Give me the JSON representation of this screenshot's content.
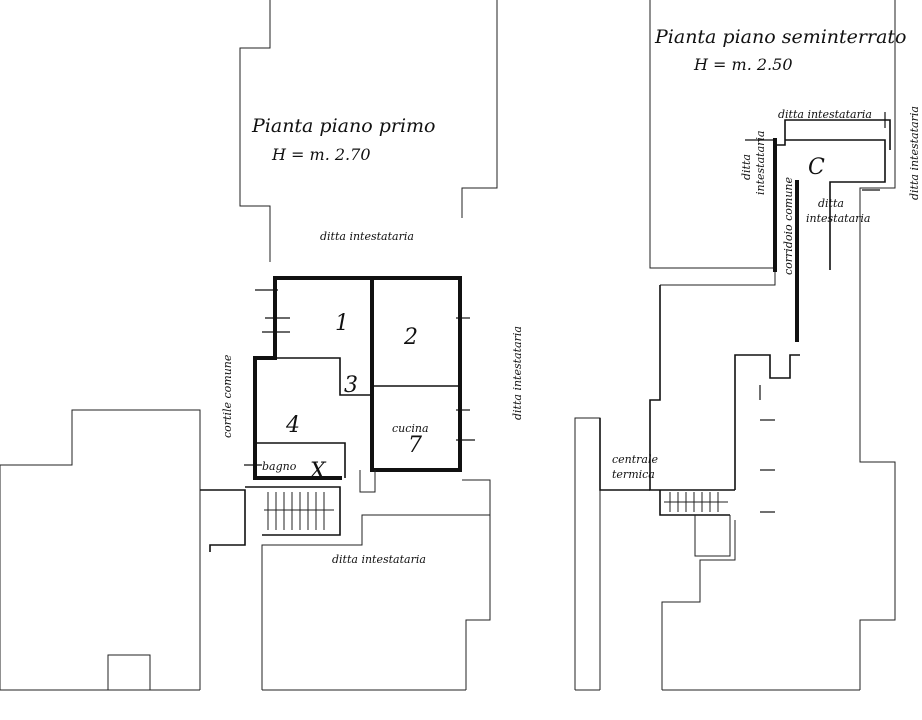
{
  "first_floor": {
    "title": "Pianta piano primo",
    "height": "H = m. 2.70",
    "label_top_owner": "ditta intestataria",
    "label_right_owner": "ditta intestataria",
    "label_bottom_owner": "ditta intestataria",
    "label_courtyard": "cortile comune",
    "label_kitchen": "cucina",
    "label_bathroom": "bagno",
    "room_1": "1",
    "room_2": "2",
    "room_3": "3",
    "room_4": "4",
    "room_7": "7",
    "room_x": "X"
  },
  "basement": {
    "title": "Pianta piano seminterrato",
    "height": "H = m. 2.50",
    "label_top_owner": "ditta intestataria",
    "label_right_owner": "ditta intestataria",
    "label_left_owner_1": "ditta",
    "label_left_owner_2": "intestataria",
    "label_mid_owner_1": "ditta",
    "label_mid_owner_2": "intestataria",
    "label_corridor": "corridoio comune",
    "label_boiler_1": "centrale",
    "label_boiler_2": "termica",
    "room_c": "C"
  }
}
